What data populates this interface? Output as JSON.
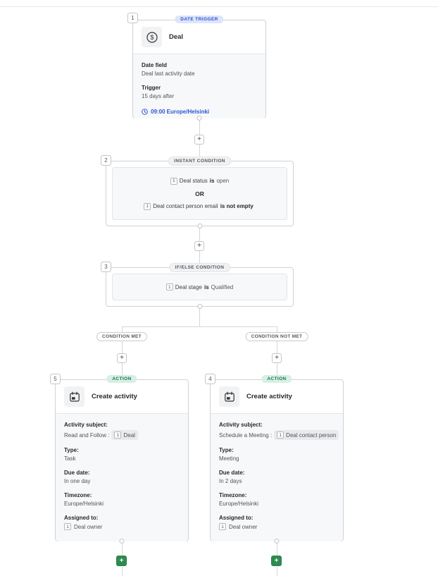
{
  "meta": {
    "plus": "+"
  },
  "tokens": {
    "glyph": "1"
  },
  "trigger": {
    "number": "1",
    "badge": "DATE TRIGGER",
    "title": "Deal",
    "date_field_label": "Date field",
    "date_field_value": "Deal last activity date",
    "trigger_label": "Trigger",
    "trigger_value": "15 days after",
    "schedule": "09:00 Europe/Helsinki"
  },
  "instant_condition": {
    "number": "2",
    "badge": "INSTANT CONDITION",
    "join": "OR",
    "rows": [
      {
        "field": "Deal status",
        "op": "is",
        "value": "open"
      },
      {
        "field": "Deal contact person email",
        "op": "is not empty",
        "value": ""
      }
    ]
  },
  "ifelse_condition": {
    "number": "3",
    "badge": "IF/ELSE CONDITION",
    "rows": [
      {
        "field": "Deal stage",
        "op": "is",
        "value": "Qualified"
      }
    ]
  },
  "branches": {
    "met": "CONDITION MET",
    "not_met": "CONDITION NOT MET"
  },
  "action_left": {
    "number": "5",
    "badge": "ACTION",
    "title": "Create activity",
    "subject_label": "Activity subject:",
    "subject_prefix": "Read and Follow :",
    "subject_chip": "Deal",
    "type_label": "Type:",
    "type_value": "Task",
    "due_label": "Due date:",
    "due_value": "In one day",
    "tz_label": "Timezone:",
    "tz_value": "Europe/Helsinki",
    "assigned_label": "Assigned to:",
    "assigned_value": "Deal owner"
  },
  "action_right": {
    "number": "4",
    "badge": "ACTION",
    "title": "Create activity",
    "subject_label": "Activity subject:",
    "subject_prefix": "Schedule a Meeting :",
    "subject_chip": "Deal contact person",
    "type_label": "Type:",
    "type_value": "Meeting",
    "due_label": "Due date:",
    "due_value": "In 2 days",
    "tz_label": "Timezone:",
    "tz_value": "Europe/Helsinki",
    "assigned_label": "Assigned to:",
    "assigned_value": "Deal owner"
  },
  "colors": {
    "accent_blue": "#2b56d6",
    "accent_green": "#17784a",
    "green_plus": "#2e8a4f",
    "line": "#d4d6d9",
    "node_border": "#d0d2d6",
    "body_bg": "#f7f8f9"
  }
}
